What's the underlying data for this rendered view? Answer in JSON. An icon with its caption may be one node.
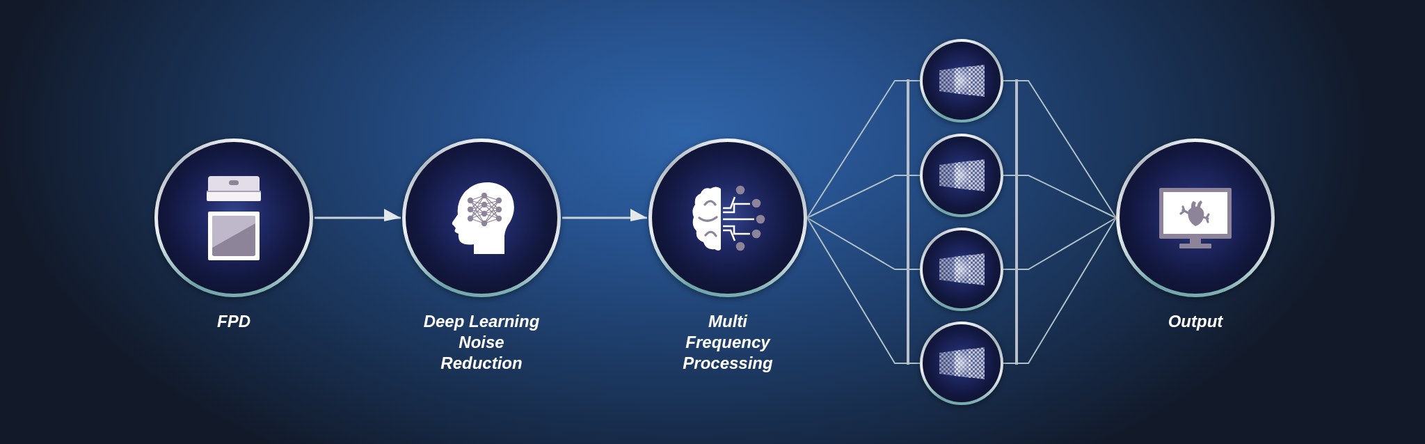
{
  "diagram": {
    "nodes": [
      {
        "text": [
          "FPD"
        ]
      },
      {
        "text": [
          "Deep Learning Noise Reduction"
        ]
      },
      {
        "text": [
          "Multi Frequency Processing"
        ]
      },
      {
        "text": [],
        "shape": "circle"
      },
      {
        "text": [],
        "shape": "circle"
      },
      {
        "text": [],
        "shape": "circle"
      },
      {
        "text": [],
        "shape": "circle"
      },
      {
        "text": [
          "Output"
        ]
      }
    ],
    "edges": [
      {
        "from": 0,
        "to": 1,
        "arrow": "to"
      },
      {
        "from": 1,
        "to": 2,
        "arrow": "to"
      },
      {
        "from": 2,
        "to": 3,
        "arrow": "none"
      },
      {
        "from": 2,
        "to": 4,
        "arrow": "none"
      },
      {
        "from": 2,
        "to": 5,
        "arrow": "none"
      },
      {
        "from": 2,
        "to": 6,
        "arrow": "none"
      },
      {
        "from": 3,
        "to": 7,
        "arrow": "none"
      },
      {
        "from": 4,
        "to": 7,
        "arrow": "none"
      },
      {
        "from": 5,
        "to": 7,
        "arrow": "none"
      },
      {
        "from": 6,
        "to": 7,
        "arrow": "none"
      }
    ]
  }
}
